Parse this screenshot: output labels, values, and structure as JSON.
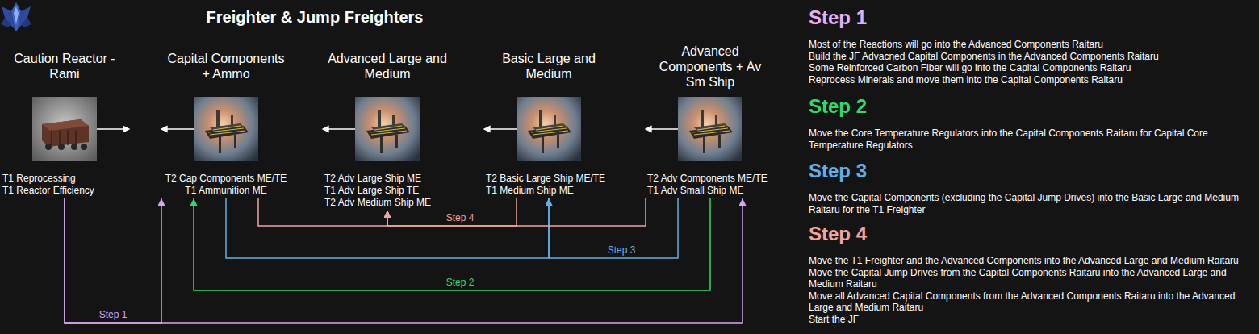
{
  "diagram": {
    "title": "Freighter & Jump Freighters",
    "nodes": [
      {
        "text": [
          "Caution Reactor - Rami",
          "T1 Reprocessing",
          "T1 Reactor Efficiency"
        ]
      },
      {
        "text": [
          "Capital Components + Ammo",
          "T2 Cap Components ME/TE",
          "T1 Ammunition ME"
        ]
      },
      {
        "text": [
          "Advanced Large and Medium",
          "T2 Adv Large Ship ME",
          "T1 Adv Large Ship TE",
          "T2 Adv Medium Ship ME"
        ]
      },
      {
        "text": [
          "Basic Large and Medium",
          "T2 Basic Large Ship ME/TE",
          "T1 Medium Ship ME"
        ]
      },
      {
        "text": [
          "Advanced Components + Av Sm Ship",
          "T2 Adv Components ME/TE",
          "T1 Adv Small Ship ME"
        ]
      }
    ],
    "edges": [
      {
        "from": 0,
        "to": 1,
        "arrow": "to",
        "label": "Step 1"
      },
      {
        "from": 0,
        "to": 4,
        "arrow": "to"
      },
      {
        "from": 4,
        "to": 1,
        "arrow": "to",
        "label": "Step 2"
      },
      {
        "from": 1,
        "to": 3,
        "arrow": "to"
      },
      {
        "from": 4,
        "to": 3,
        "arrow": "to",
        "label": "Step 3"
      },
      {
        "from": 1,
        "to": 2,
        "arrow": "to"
      },
      {
        "from": 3,
        "to": 2,
        "arrow": "to",
        "label": "Step 4"
      },
      {
        "from": 4,
        "to": 2,
        "arrow": "to"
      }
    ],
    "labels": [
      "Step 1",
      "Most of the Reactions will go into the Advanced Components Raitaru",
      "Build the JF Advacned Capital Components in the Advanced Components Raitaru",
      "Some Reinforced Carbon Fiber will go into the Capital Components Raitaru",
      "Reprocess Minerals and move them into the Capital Components Raitaru",
      "Step 2",
      "Move the Core Temperature Regulators into the Capital Components Raitaru for Capital Core Temperature Regulators",
      "Step 3",
      "Move the Capital Components (excluding the Capital Jump Drives) into the Basic Large and Medium Raitaru for the T1 Freighter",
      "Step 4",
      "Move the T1 Freighter and the Advanced Components into the Advanced Large and Medium Raitaru",
      "Move the Capital Jump Drives from the Capital Components Raitaru into the Advanced Large and Medium Raitaru",
      "Move all Advanced Capital Components from the Advanced Components Raitaru into the Advanced Large and Medium Raitaru",
      "Start the JF"
    ]
  }
}
